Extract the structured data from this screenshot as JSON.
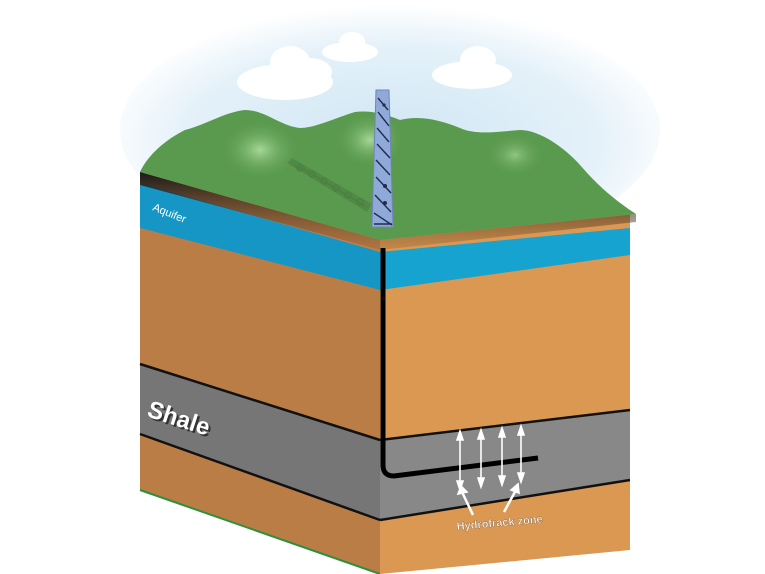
{
  "diagram": {
    "subject": "Hydraulic fracturing cross-section",
    "labels": {
      "aquifer": "Aquifer",
      "shale": "Shale",
      "hydrofrack_zone": "Hydrofrack zone"
    },
    "layers": [
      {
        "name": "surface",
        "color": "#5a9a4e"
      },
      {
        "name": "topsoil",
        "color": "#c8864a"
      },
      {
        "name": "aquifer",
        "color": "#1596c4"
      },
      {
        "name": "sediment",
        "color": "#d9964f"
      },
      {
        "name": "shale",
        "color": "#7d7d7d"
      },
      {
        "name": "bedrock",
        "color": "#d9964f"
      }
    ],
    "elements": [
      "drilling-rig-tower",
      "rig-shadow",
      "wellbore",
      "fracture-arrows",
      "clouds",
      "hills"
    ],
    "colors": {
      "sky": "#d9ecf7",
      "grass": "#5a9a4e",
      "grass_light": "#9fd18f",
      "aquifer": "#1596c4",
      "earth_left": "#c08049",
      "earth_right": "#da9852",
      "shale_left": "#767676",
      "shale_right": "#888888",
      "tower": "#8fa9d8",
      "well": "#000000"
    }
  }
}
